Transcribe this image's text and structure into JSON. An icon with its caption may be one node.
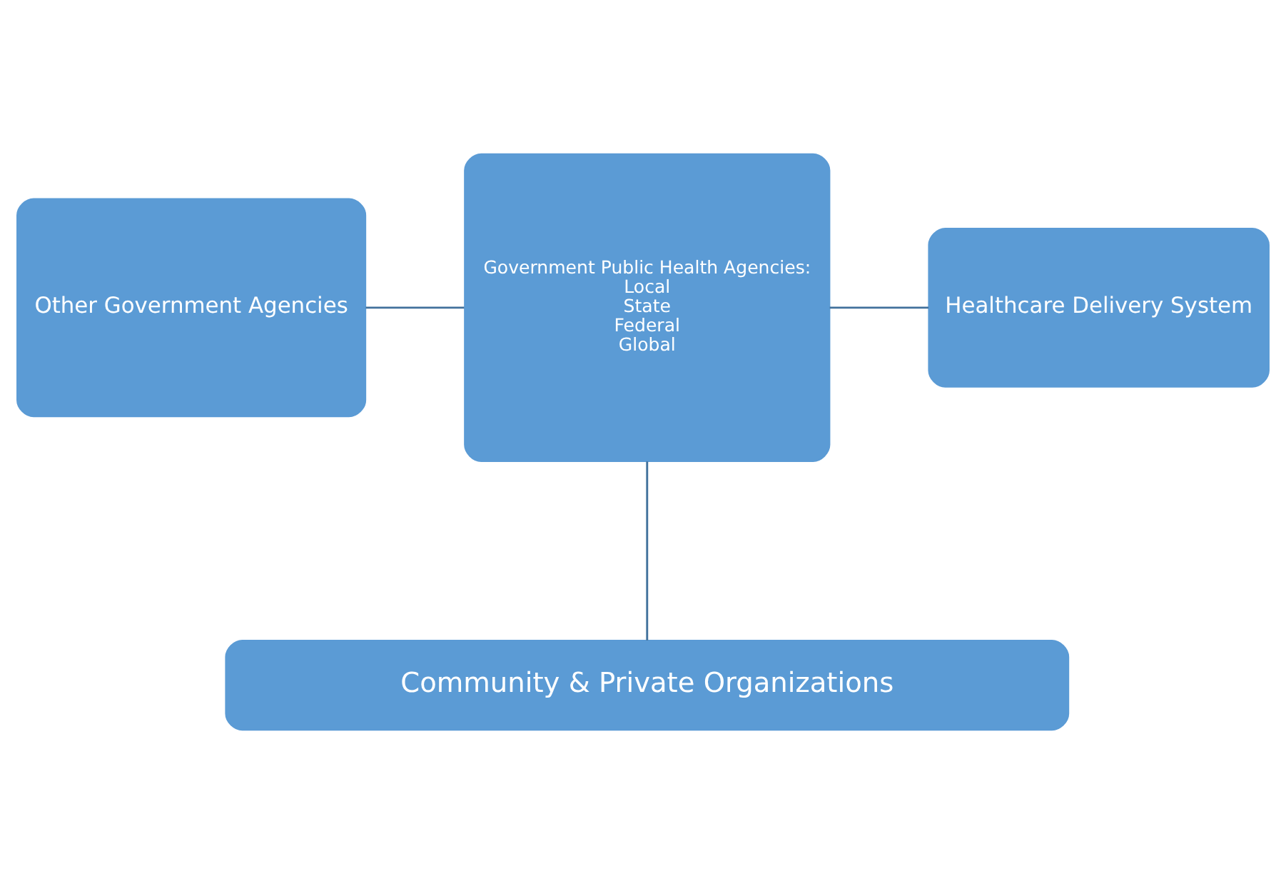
{
  "diagram": {
    "nodes": [
      {
        "text": [
          "Other Government Agencies"
        ]
      },
      {
        "text": [
          "Government Public Health Agencies:",
          "Local",
          "State",
          "Federal",
          "Global"
        ]
      },
      {
        "text": [
          "Healthcare Delivery System"
        ]
      },
      {
        "text": [
          "Community & Private Organizations"
        ]
      }
    ],
    "edges": [
      {
        "from": 0,
        "to": 1,
        "arrow": "none"
      },
      {
        "from": 1,
        "to": 2,
        "arrow": "none"
      },
      {
        "from": 1,
        "to": 3,
        "arrow": "none"
      }
    ]
  }
}
